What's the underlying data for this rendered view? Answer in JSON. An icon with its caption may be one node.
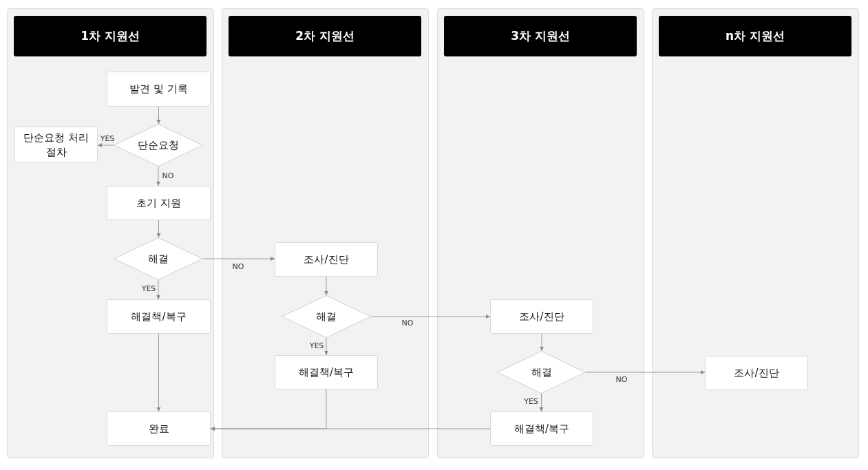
{
  "diagram": {
    "nodes": [
      {
        "text": [
          "1차 지원선"
        ]
      },
      {
        "text": [
          "발견 및 기록"
        ],
        "in": 0
      },
      {
        "text": [
          "단순요청"
        ],
        "in": 0
      },
      {
        "text": [
          "단순요청 처리절차"
        ],
        "in": 0
      },
      {
        "text": [
          "초기 지원"
        ],
        "in": 0
      },
      {
        "text": [
          "해결"
        ],
        "in": 0
      },
      {
        "text": [
          "해결책/복구"
        ],
        "in": 0
      },
      {
        "text": [
          "완료"
        ],
        "in": 0
      },
      {
        "text": [
          "2차 지원선"
        ]
      },
      {
        "text": [
          "조사/진단"
        ],
        "in": 8
      },
      {
        "text": [
          "해결"
        ],
        "in": 8
      },
      {
        "text": [
          "해결책/복구"
        ],
        "in": 8
      },
      {
        "text": [
          "3차 지원선"
        ]
      },
      {
        "text": [
          "조사/진단"
        ],
        "in": 12
      },
      {
        "text": [
          "해결"
        ],
        "in": 12
      },
      {
        "text": [
          "해결책/복구"
        ],
        "in": 12
      },
      {
        "text": [
          "n차 지원선"
        ]
      },
      {
        "text": [
          "조사/진단"
        ],
        "in": 16
      }
    ],
    "edges": [
      {
        "from": 1,
        "to": 2,
        "arrow": "to"
      },
      {
        "from": 2,
        "to": 3,
        "arrow": "to",
        "label": "YES"
      },
      {
        "from": 2,
        "to": 4,
        "arrow": "to",
        "label": "NO"
      },
      {
        "from": 4,
        "to": 5,
        "arrow": "to"
      },
      {
        "from": 5,
        "to": 9,
        "arrow": "to",
        "label": "NO"
      },
      {
        "from": 5,
        "to": 6,
        "arrow": "to",
        "label": "YES"
      },
      {
        "from": 6,
        "to": 7,
        "arrow": "to"
      },
      {
        "from": 9,
        "to": 10,
        "arrow": "to"
      },
      {
        "from": 10,
        "to": 13,
        "arrow": "to",
        "label": "NO"
      },
      {
        "from": 10,
        "to": 11,
        "arrow": "to",
        "label": "YES"
      },
      {
        "from": 11,
        "to": 7,
        "arrow": "to"
      },
      {
        "from": 15,
        "to": 7,
        "arrow": "to"
      },
      {
        "from": 13,
        "to": 14,
        "arrow": "to"
      },
      {
        "from": 14,
        "to": 17,
        "arrow": "to",
        "label": "NO"
      },
      {
        "from": 14,
        "to": 15,
        "arrow": "to",
        "label": "YES"
      }
    ]
  }
}
